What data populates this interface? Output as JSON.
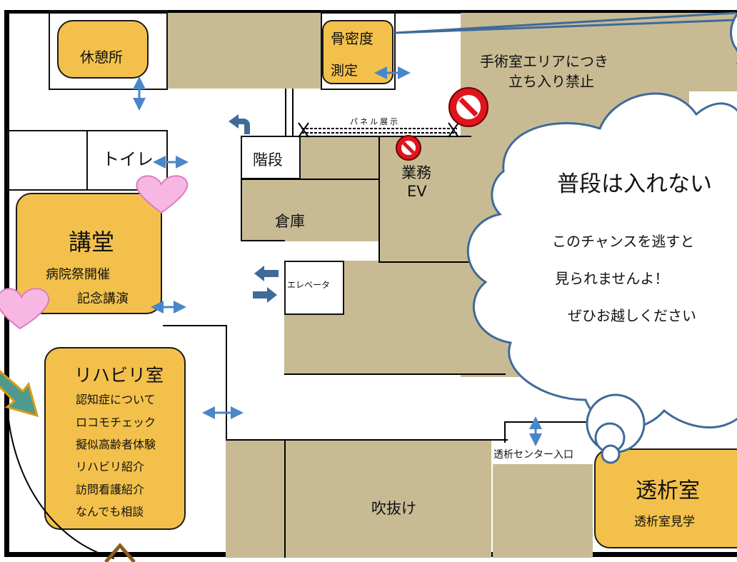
{
  "rooms": {
    "rest_area": "休憩所",
    "bone_density_1": "骨密度",
    "bone_density_2": "測定",
    "surgery_note_1": "手術室エリアにつき",
    "surgery_note_2": "立ち入り禁止",
    "panel_exhibit": "パネル展示",
    "stairs": "階段",
    "toilet": "トイレ",
    "work_ev_1": "業務",
    "work_ev_2": "EV",
    "storage": "倉庫",
    "elevator": "エレベータ",
    "auditorium": {
      "title": "講堂",
      "line1": "病院祭開催",
      "line2": "記念講演"
    },
    "rehab": {
      "title": "リハビリ室",
      "items": [
        "認知症について",
        "ロコモチェック",
        "擬似高齢者体験",
        "リハビリ紹介",
        "訪問看護紹介",
        "なんでも相談"
      ]
    },
    "atrium": "吹抜け",
    "dialysis_entrance": "透析センター入口",
    "dialysis": {
      "title": "透析室",
      "sub": "透析室見学"
    }
  },
  "callout": {
    "heading": "普段は入れない",
    "line1": "このチャンスを逃すと",
    "line2": "見られませんよ！",
    "line3": "ぜひお越しください"
  },
  "colors": {
    "room_fill": "#f3c14b",
    "restricted": "#c8bb94",
    "arrow": "#4a86c8",
    "no_entry": "#e0141c"
  },
  "icons": [
    "no-entry-icon",
    "double-arrow-icon",
    "heart-icon",
    "turn-arrow-icon",
    "pointer-arrow-icon"
  ]
}
